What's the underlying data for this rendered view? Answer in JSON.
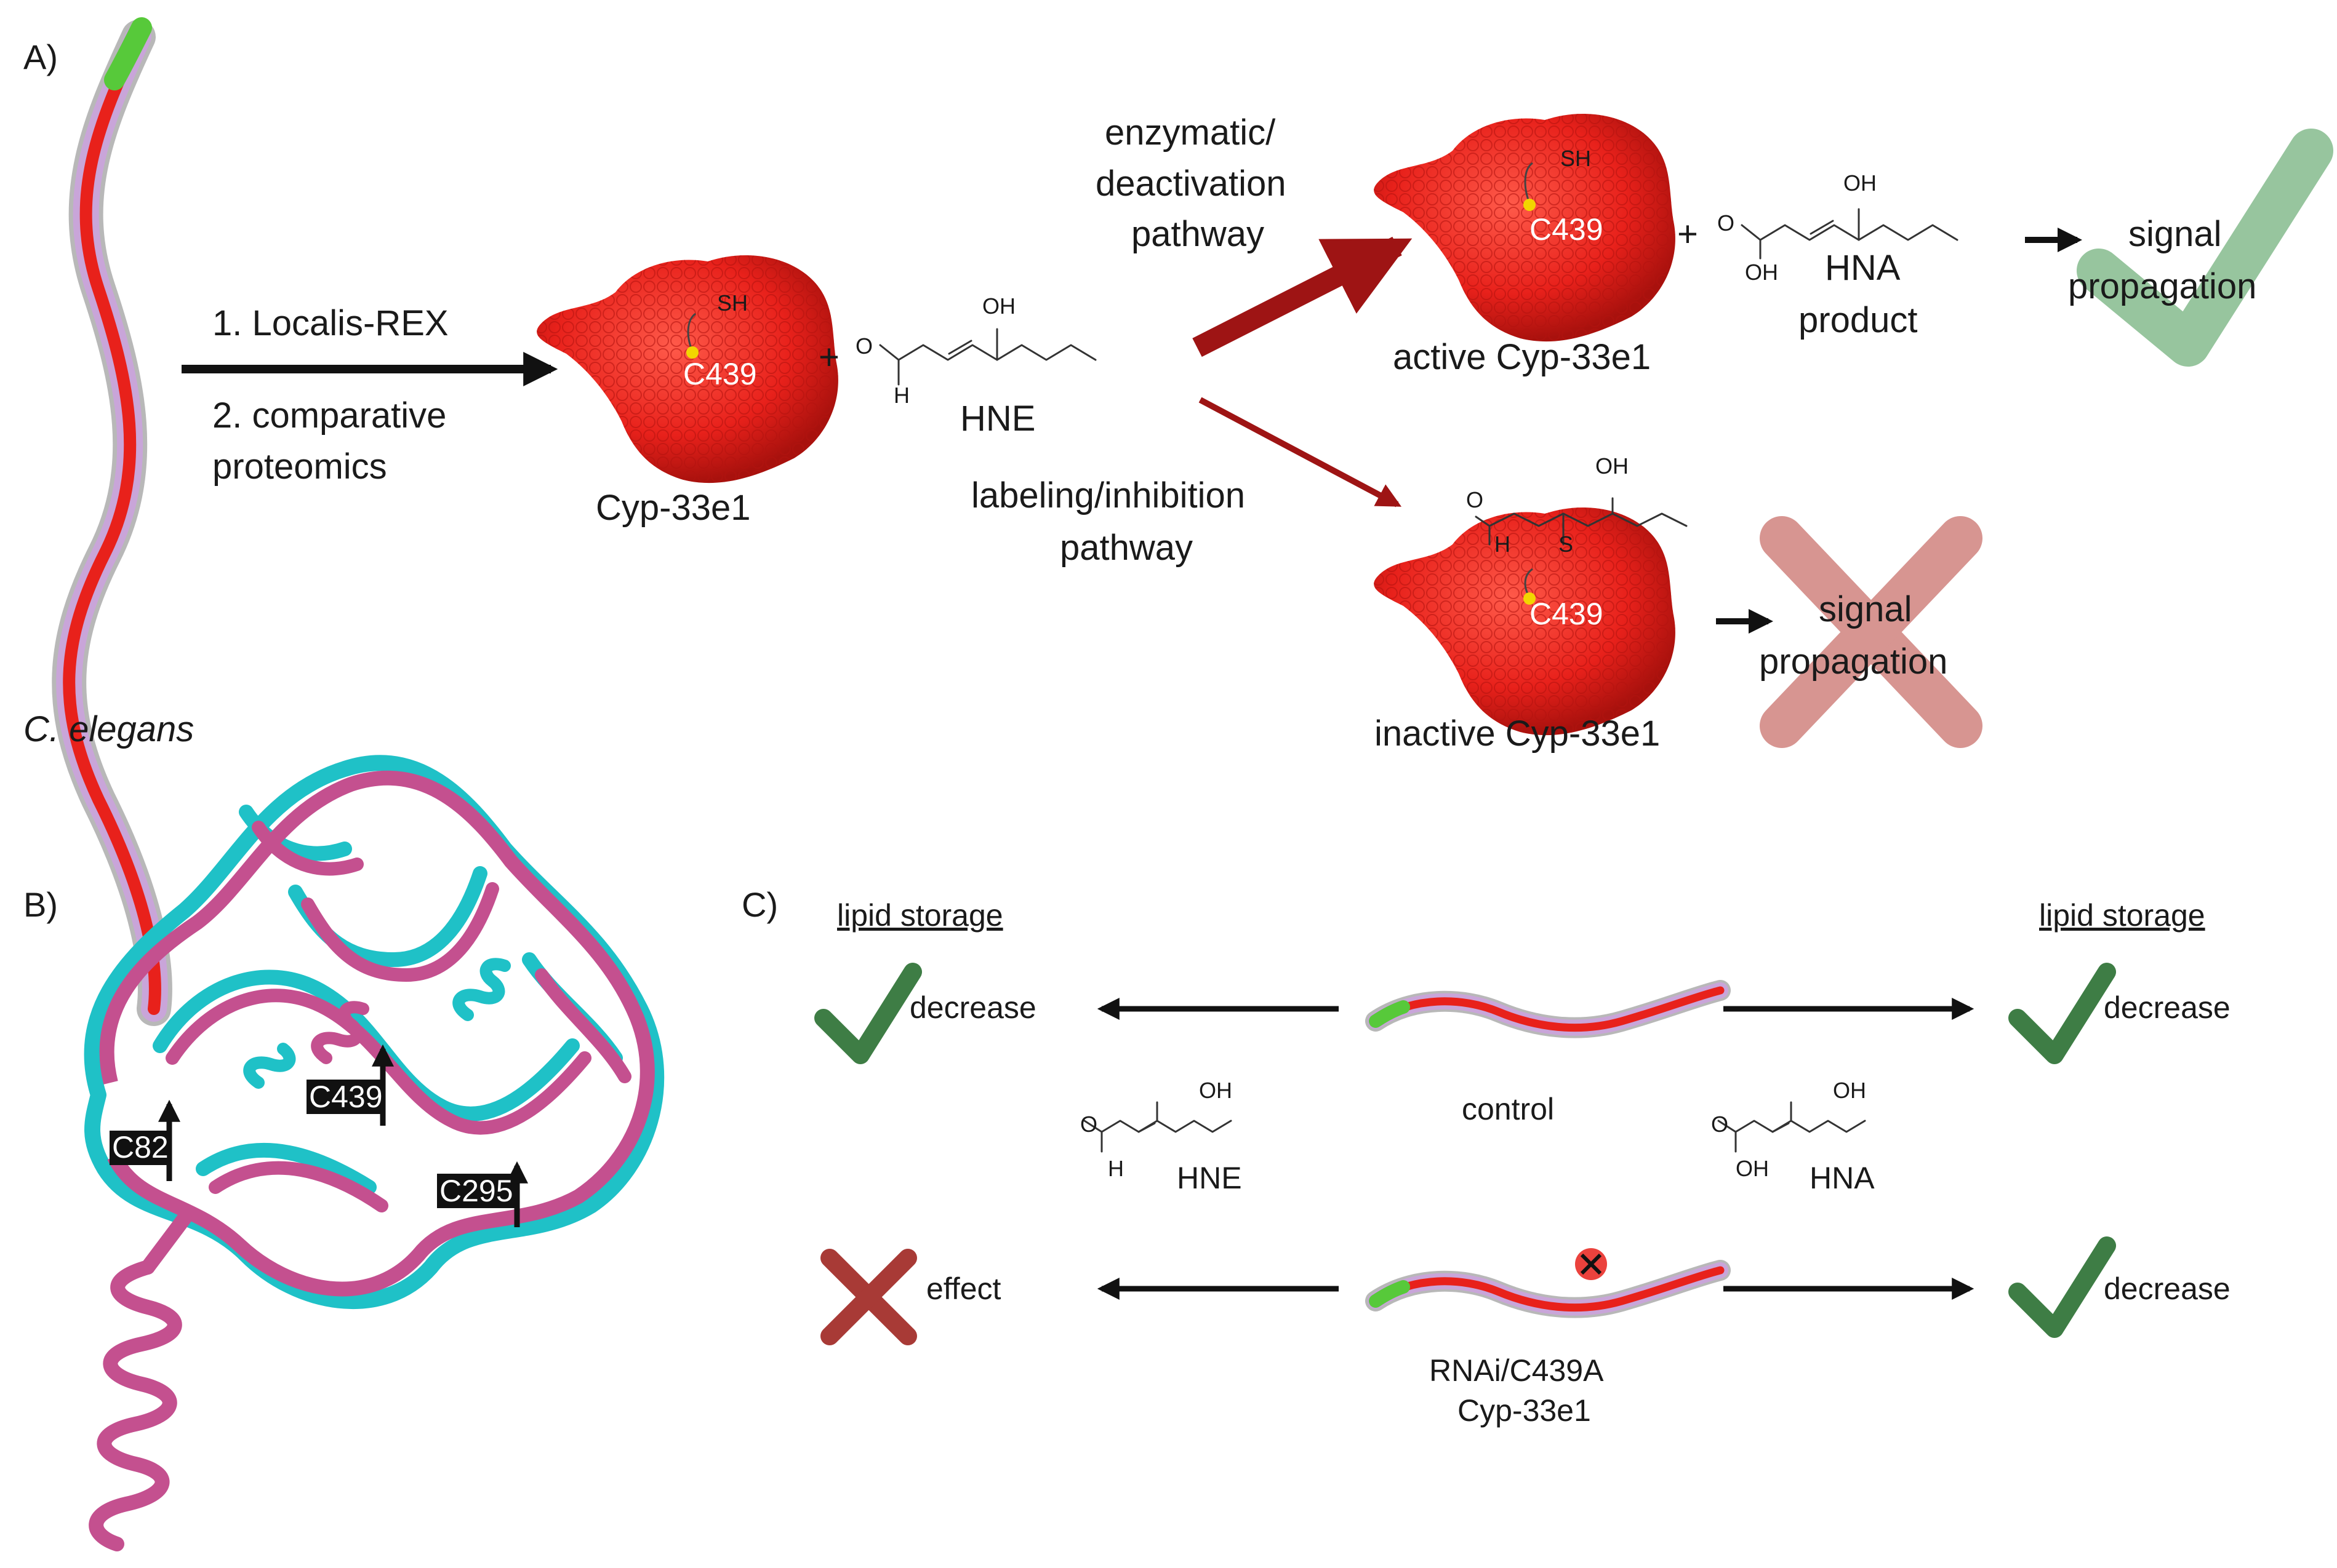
{
  "panels": {
    "a": "A)",
    "b": "B)",
    "c": "C)"
  },
  "panel_a": {
    "organism": "C. elegans",
    "step1": "1. Localis-REX",
    "step2_line1": "2. comparative",
    "step2_line2": "proteomics",
    "protein": "Cyp-33e1",
    "residue": "C439",
    "thiol": "SH",
    "thioether": "S",
    "plus": "+",
    "hne": "HNE",
    "oh": "OH",
    "o": "O",
    "h": "H",
    "enz_line1": "enzymatic/",
    "enz_line2": "deactivation",
    "enz_line3": "pathway",
    "lab_line1": "labeling/inhibition",
    "lab_line2": "pathway",
    "active": "active Cyp-33e1",
    "inactive": "inactive Cyp-33e1",
    "hna_line1": "HNA",
    "hna_line2": "product",
    "signal_line1": "signal",
    "signal_line2": "propagation"
  },
  "panel_b": {
    "residues": [
      "C82",
      "C439",
      "C295"
    ],
    "colors": {
      "structure_1": "#1fc1c7",
      "structure_2": "#c4508f"
    }
  },
  "panel_c": {
    "header": "lipid storage",
    "decrease": "decrease",
    "effect": "effect",
    "control": "control",
    "mutant_line1": "RNAi/C439A",
    "mutant_line2": "Cyp-33e1",
    "hne": "HNE",
    "hna": "HNA",
    "oh": "OH",
    "o": "O",
    "h": "H"
  },
  "colors": {
    "protein_red": "#e8211b",
    "arrow_dark_red": "#9e1414",
    "check_light": "#8cbf93",
    "check_dark": "#3e7d45",
    "cross_light": "#d38a86",
    "cross_dark": "#a83a36"
  }
}
